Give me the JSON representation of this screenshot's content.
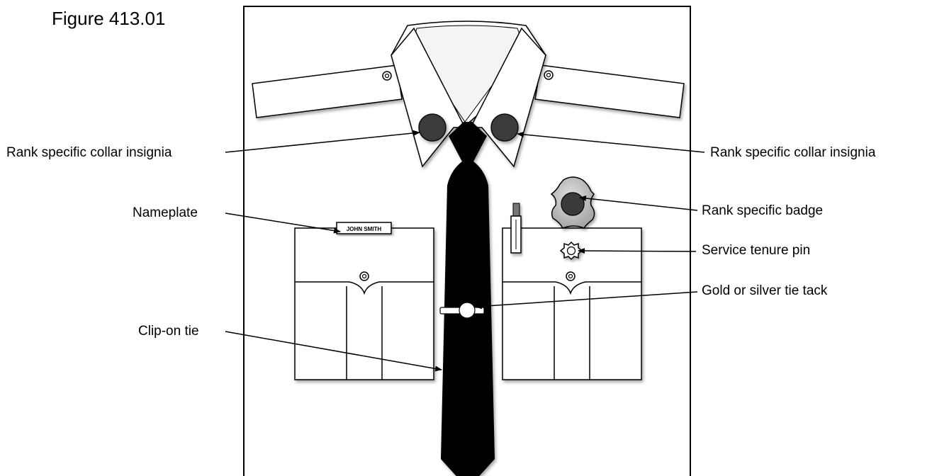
{
  "figure_title": "Figure 413.01",
  "nameplate_text": "JOHN SMITH",
  "labels": {
    "collar_left": "Rank specific collar insignia",
    "collar_right": "Rank specific collar insignia",
    "nameplate": "Nameplate",
    "badge": "Rank specific badge",
    "tenure_pin": "Service tenure pin",
    "tie_tack": "Gold or silver tie tack",
    "clip_on_tie": "Clip-on tie"
  },
  "colors": {
    "tie": "#000000",
    "insignia": "#3a3a3a",
    "badge": "#c9c9c9",
    "outline": "#000000",
    "shirt": "#ffffff"
  }
}
